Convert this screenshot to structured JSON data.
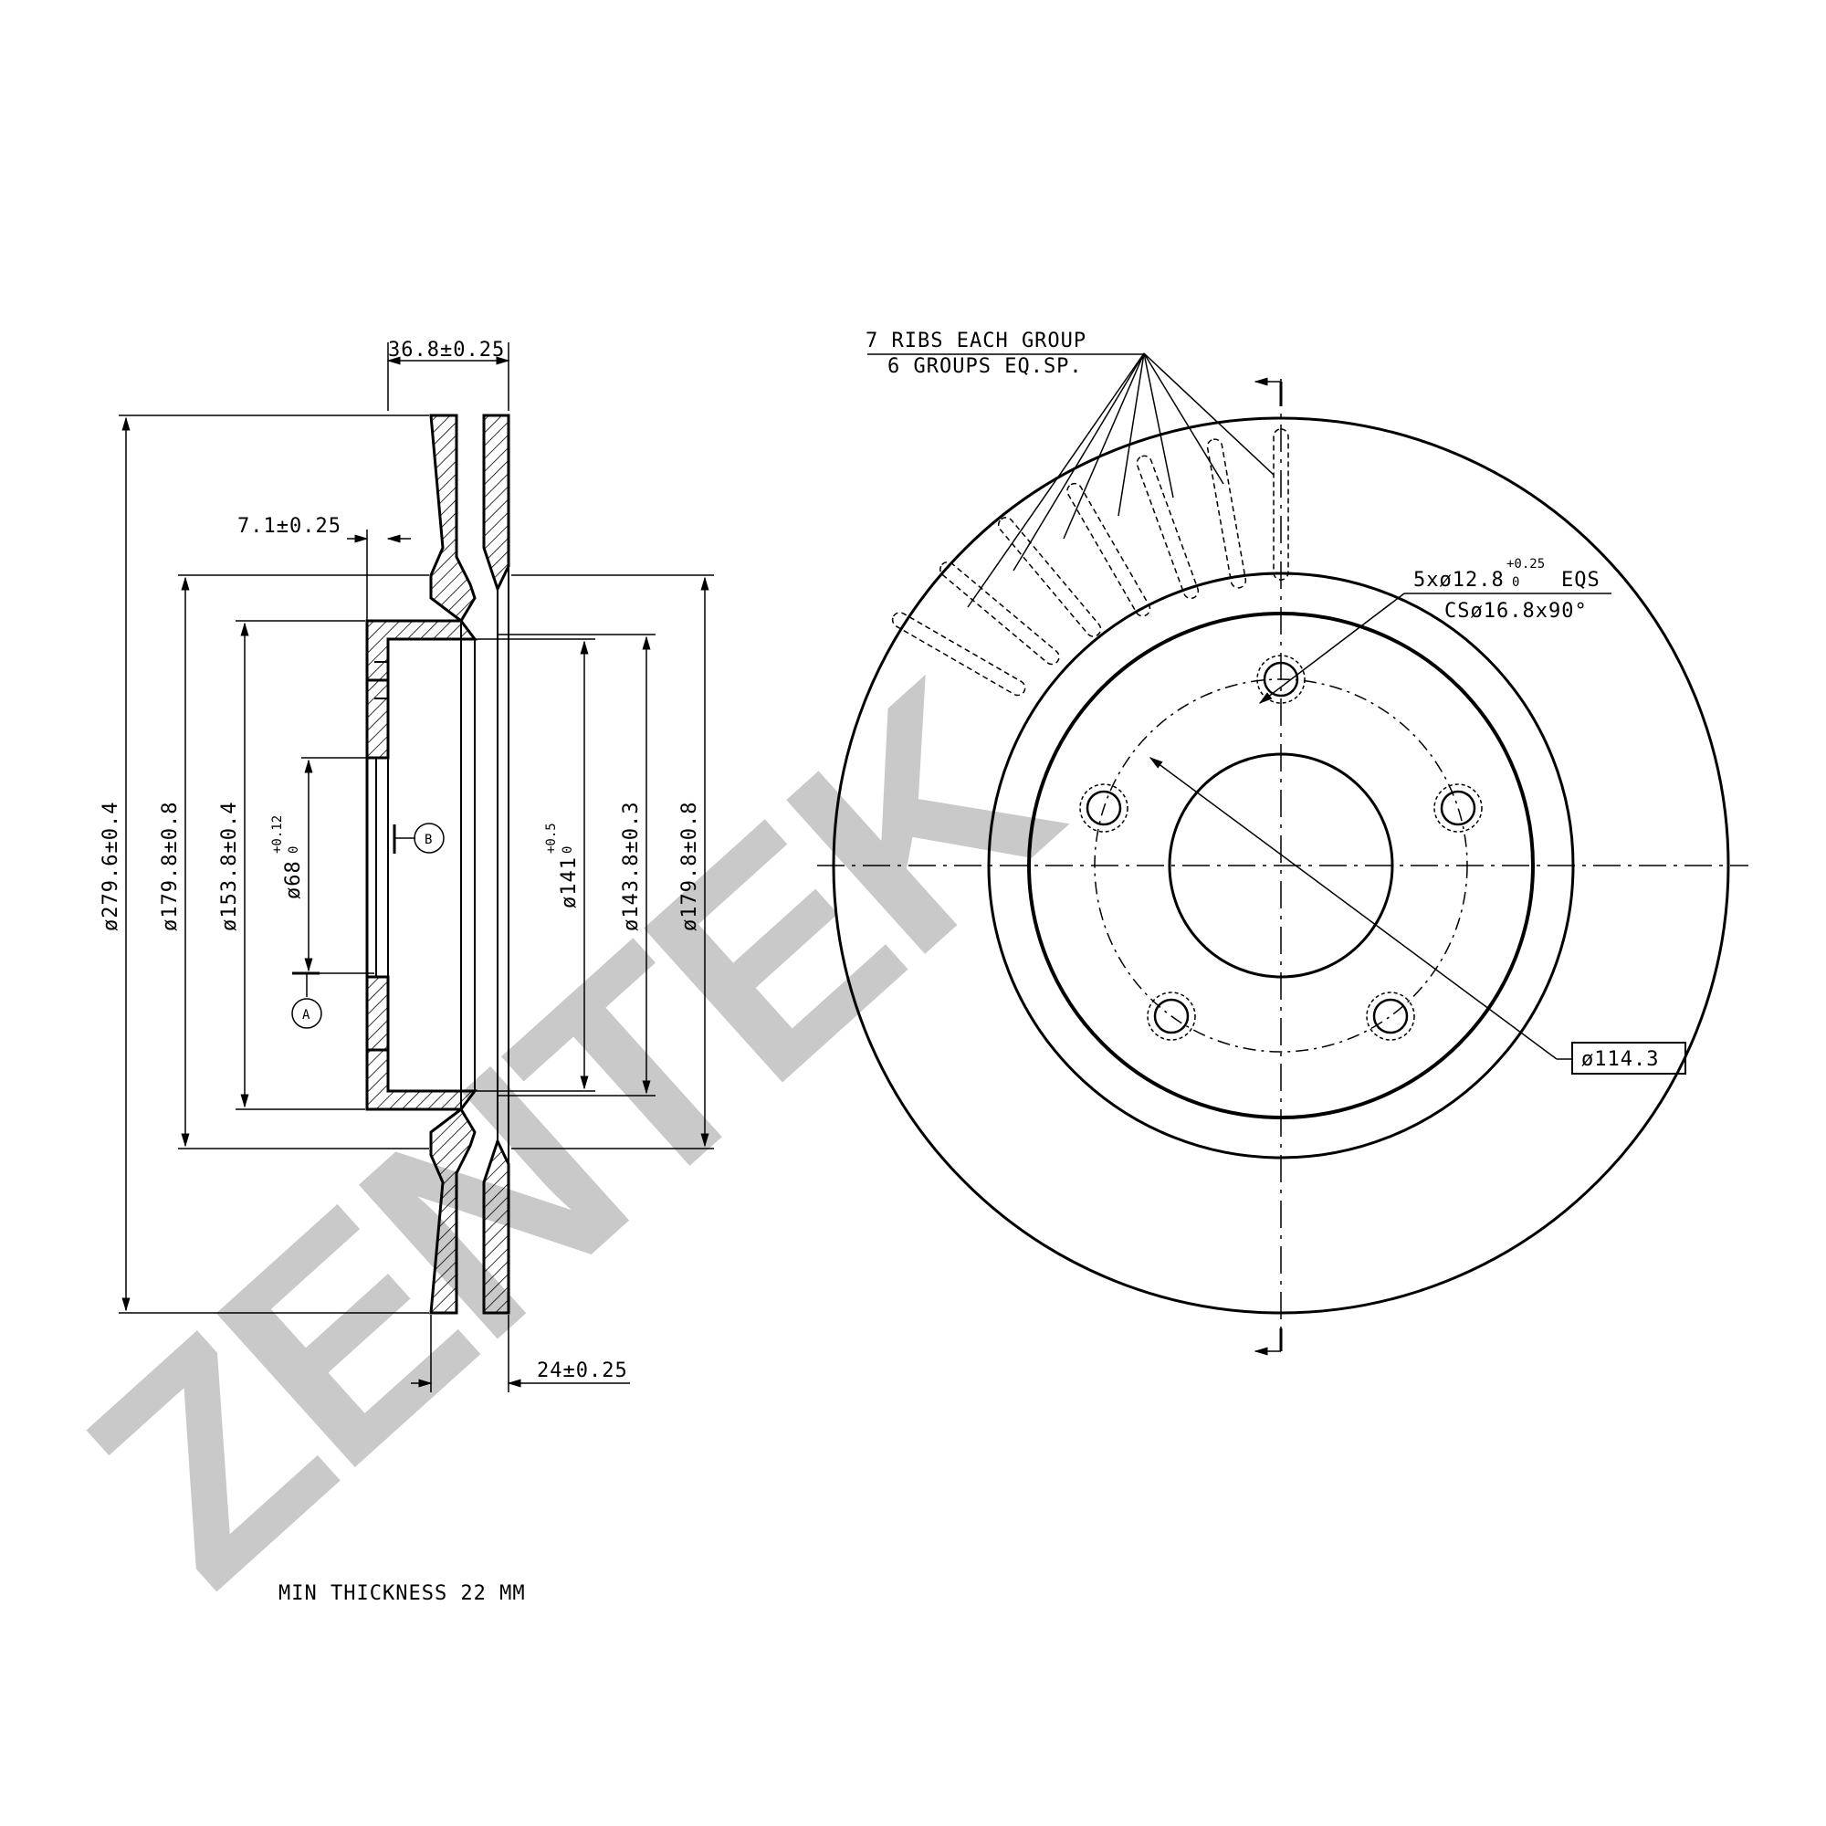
{
  "watermark": {
    "text": "ZENTEK",
    "color": "#c9c9c9"
  },
  "side_view": {
    "dimensions": {
      "overall_width": "36.8±0.25",
      "hat_thickness": "7.1±0.25",
      "outer_diameter": "ø279.6±0.4",
      "friction_inner_diameter_left": "ø179.8±0.8",
      "hat_outer_diameter": "ø153.8±0.4",
      "center_bore": "ø68",
      "center_bore_tol_upper": "+0.12",
      "center_bore_tol_lower": "0",
      "inner_141": "ø141",
      "inner_141_tol_upper": "+0.5",
      "inner_141_tol_lower": "0",
      "inner_143": "ø143.8±0.3",
      "friction_inner_diameter_right": "ø179.8±0.8",
      "disc_thickness": "24±0.25"
    },
    "datums": {
      "a": "A",
      "b": "B"
    }
  },
  "front_view": {
    "ribs_note_line1": "7 RIBS EACH GROUP",
    "ribs_note_line2": "6 GROUPS EQ.SP.",
    "holes_note": "5xø12.8",
    "holes_tol_upper": "+0.25",
    "holes_tol_lower": "0",
    "holes_note_suffix": "EQS",
    "countersink_note": "CSø16.8x90°",
    "pcd": "ø114.3"
  },
  "footer": {
    "min_thickness": "MIN THICKNESS 22 MM"
  }
}
